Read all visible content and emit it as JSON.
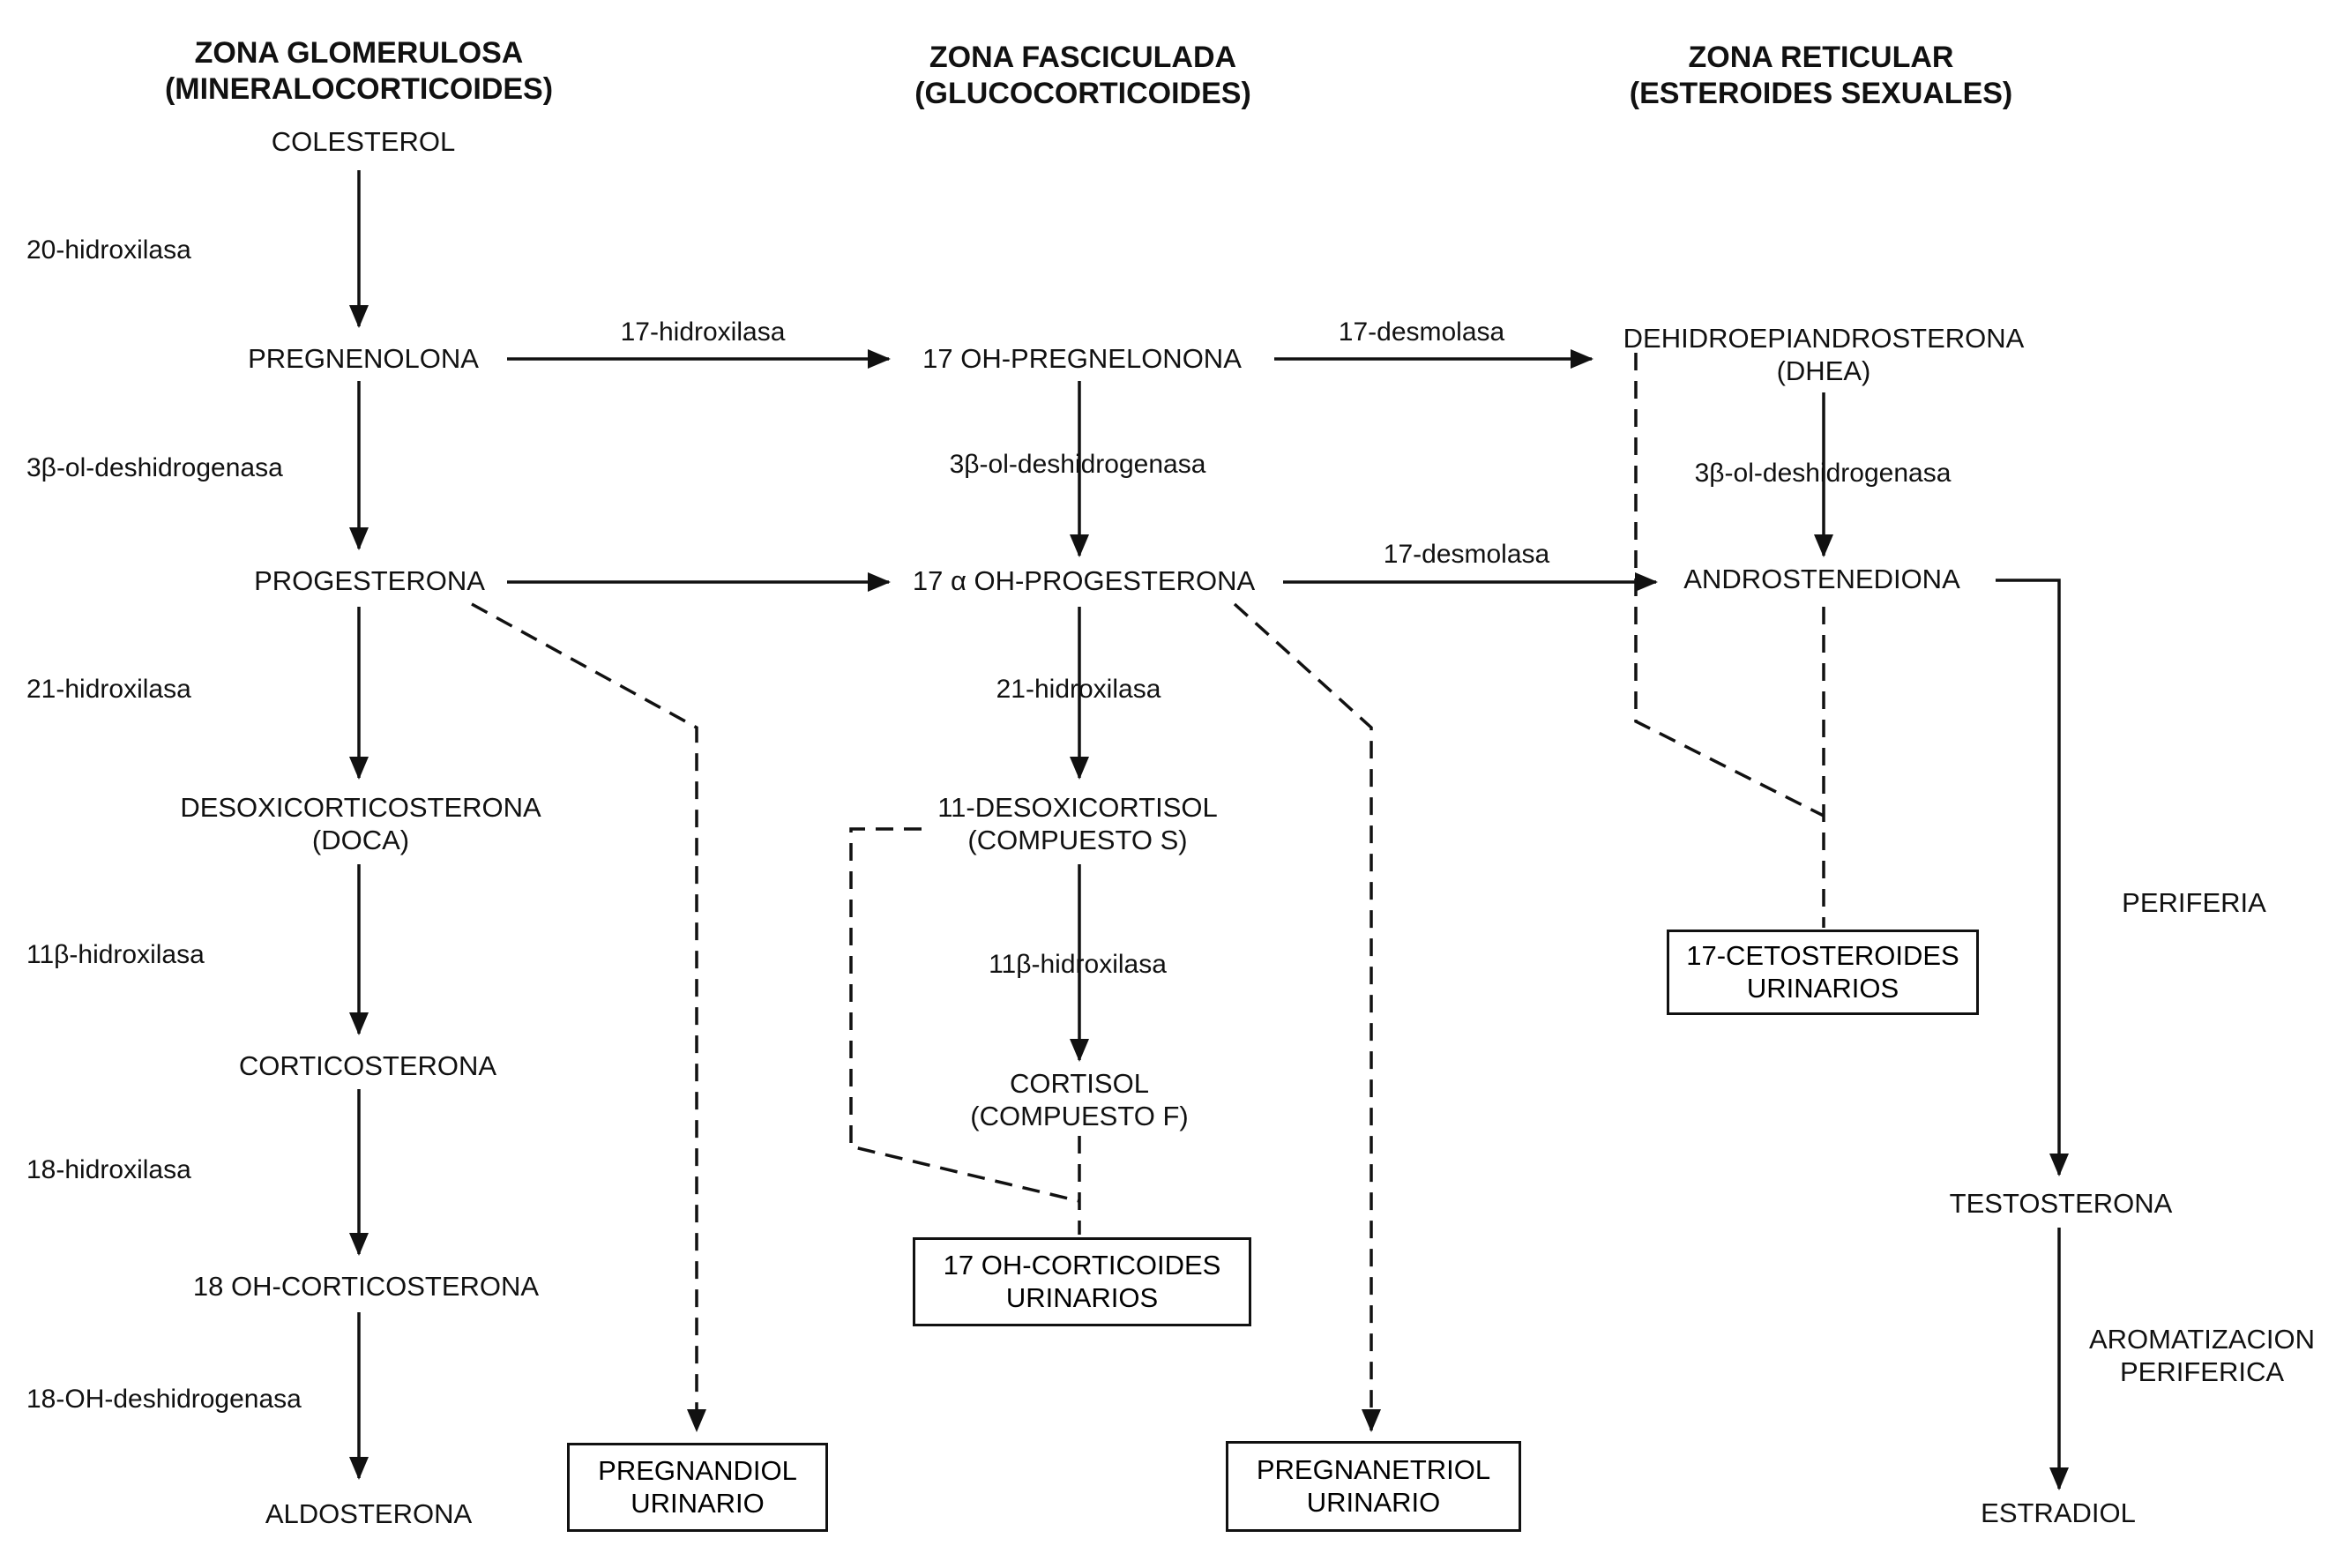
{
  "zones": {
    "glomerulosa": {
      "title": "ZONA GLOMERULOSA",
      "subtitle": "(MINERALOCORTICOIDES)"
    },
    "fasciculada": {
      "title": "ZONA FASCICULADA",
      "subtitle": "(GLUCOCORTICOIDES)"
    },
    "reticular": {
      "title": "ZONA RETICULAR",
      "subtitle": "(ESTEROIDES SEXUALES)"
    }
  },
  "compounds": {
    "colesterol": "COLESTEROL",
    "pregnenolona": "PREGNENOLONA",
    "progesterona": "PROGESTERONA",
    "doca": "DESOXICORTICOSTERONA",
    "doca_abbr": "(DOCA)",
    "corticosterona": "CORTICOSTERONA",
    "oh18_corticosterona": "18 OH-CORTICOSTERONA",
    "aldosterona": "ALDOSTERONA",
    "oh17_pregnelonona": "17 OH-PREGNELONONA",
    "oh17a_progesterona": "17 α OH-PROGESTERONA",
    "desoxicortisol": "11-DESOXICORTISOL",
    "compuesto_s": "(COMPUESTO S)",
    "cortisol": "CORTISOL",
    "compuesto_f": "(COMPUESTO F)",
    "dhea": "DEHIDROEPIANDROSTERONA",
    "dhea_abbr": "(DHEA)",
    "androstenediona": "ANDROSTENEDIONA",
    "testosterona": "TESTOSTERONA",
    "estradiol": "ESTRADIOL"
  },
  "enzymes": {
    "hidroxilasa_20": "20-hidroxilasa",
    "deshidrogenasa_3b_left": "3β-ol-deshidrogenasa",
    "hidroxilasa_21_left": "21-hidroxilasa",
    "hidroxilasa_11b_left": "11β-hidroxilasa",
    "hidroxilasa_18": "18-hidroxilasa",
    "oh_deshidrogenasa_18": "18-OH-deshidrogenasa",
    "hidroxilasa_17": "17-hidroxilasa",
    "desmolasa_17_top": "17-desmolasa",
    "deshidrogenasa_3b_mid": "3β-ol-deshidrogenasa",
    "desmolasa_17_mid": "17-desmolasa",
    "hidroxilasa_21_mid": "21-hidroxilasa",
    "hidroxilasa_11b_mid": "11β-hidroxilasa",
    "deshidrogenasa_3b_right": "3β-ol-deshidrogenasa"
  },
  "urinary": {
    "pregnandiol": [
      "PREGNANDIOL",
      "URINARIO"
    ],
    "pregnanetriol": [
      "PREGNANETRIOL",
      "URINARIO"
    ],
    "corticoides17": [
      "17 OH-CORTICOIDES",
      "URINARIOS"
    ],
    "cetosteroides17": [
      "17-CETOSTEROIDES",
      "URINARIOS"
    ]
  },
  "periphery": {
    "periferia": "PERIFERIA",
    "aromatizacion": "AROMATIZACION",
    "periferica": "PERIFERICA"
  }
}
